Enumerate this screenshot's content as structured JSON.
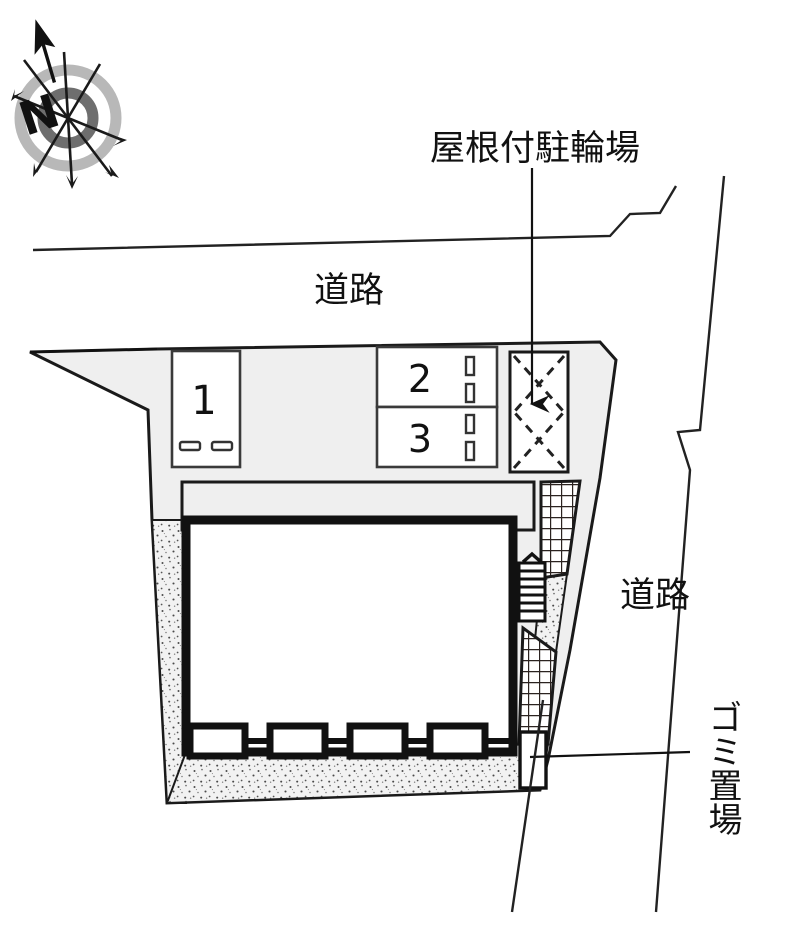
{
  "document": {
    "kind": "property-site-plan",
    "title_text_visible": false
  },
  "compass": {
    "name": "north-arrow-compass-rose",
    "north_label": "N",
    "ring_outer_color": "#b3b3b3",
    "ring_inner_color": "#6e6e6e",
    "needle_color": "#1a1a1a"
  },
  "labels": {
    "bike_parking": "屋根付駐輪場",
    "road_top": "道路",
    "road_right": "道路",
    "garbage": "ゴミ置場"
  },
  "parking": {
    "stalls": [
      {
        "number": "1",
        "markers": 2,
        "marker_orientation": "horizontal"
      },
      {
        "number": "2",
        "markers": 2,
        "marker_orientation": "vertical"
      },
      {
        "number": "3",
        "markers": 2,
        "marker_orientation": "vertical"
      }
    ]
  },
  "features": {
    "bike_shelter": {
      "name": "屋根付駐輪場",
      "hatch": "dashed-cross"
    },
    "stairs": {
      "name": "stairs",
      "steps": 7
    },
    "balconies": {
      "count": 4
    },
    "hedge_upper": {
      "texture": "grid-hatch"
    },
    "hedge_lower": {
      "texture": "grid-hatch"
    },
    "gravel_left": {
      "texture": "stipple"
    },
    "gravel_bottom": {
      "texture": "stipple"
    },
    "gravel_right": {
      "texture": "stipple"
    },
    "garbage_area": {
      "name": "ゴミ置場"
    }
  },
  "colors": {
    "ink": "#111111",
    "outline": "#1a1a1a",
    "site_fill": "#efefef",
    "building_fill": "#ffffff",
    "stipple_fill": "#f2f2f2",
    "paper": "#ffffff",
    "road_line": "#222222"
  }
}
